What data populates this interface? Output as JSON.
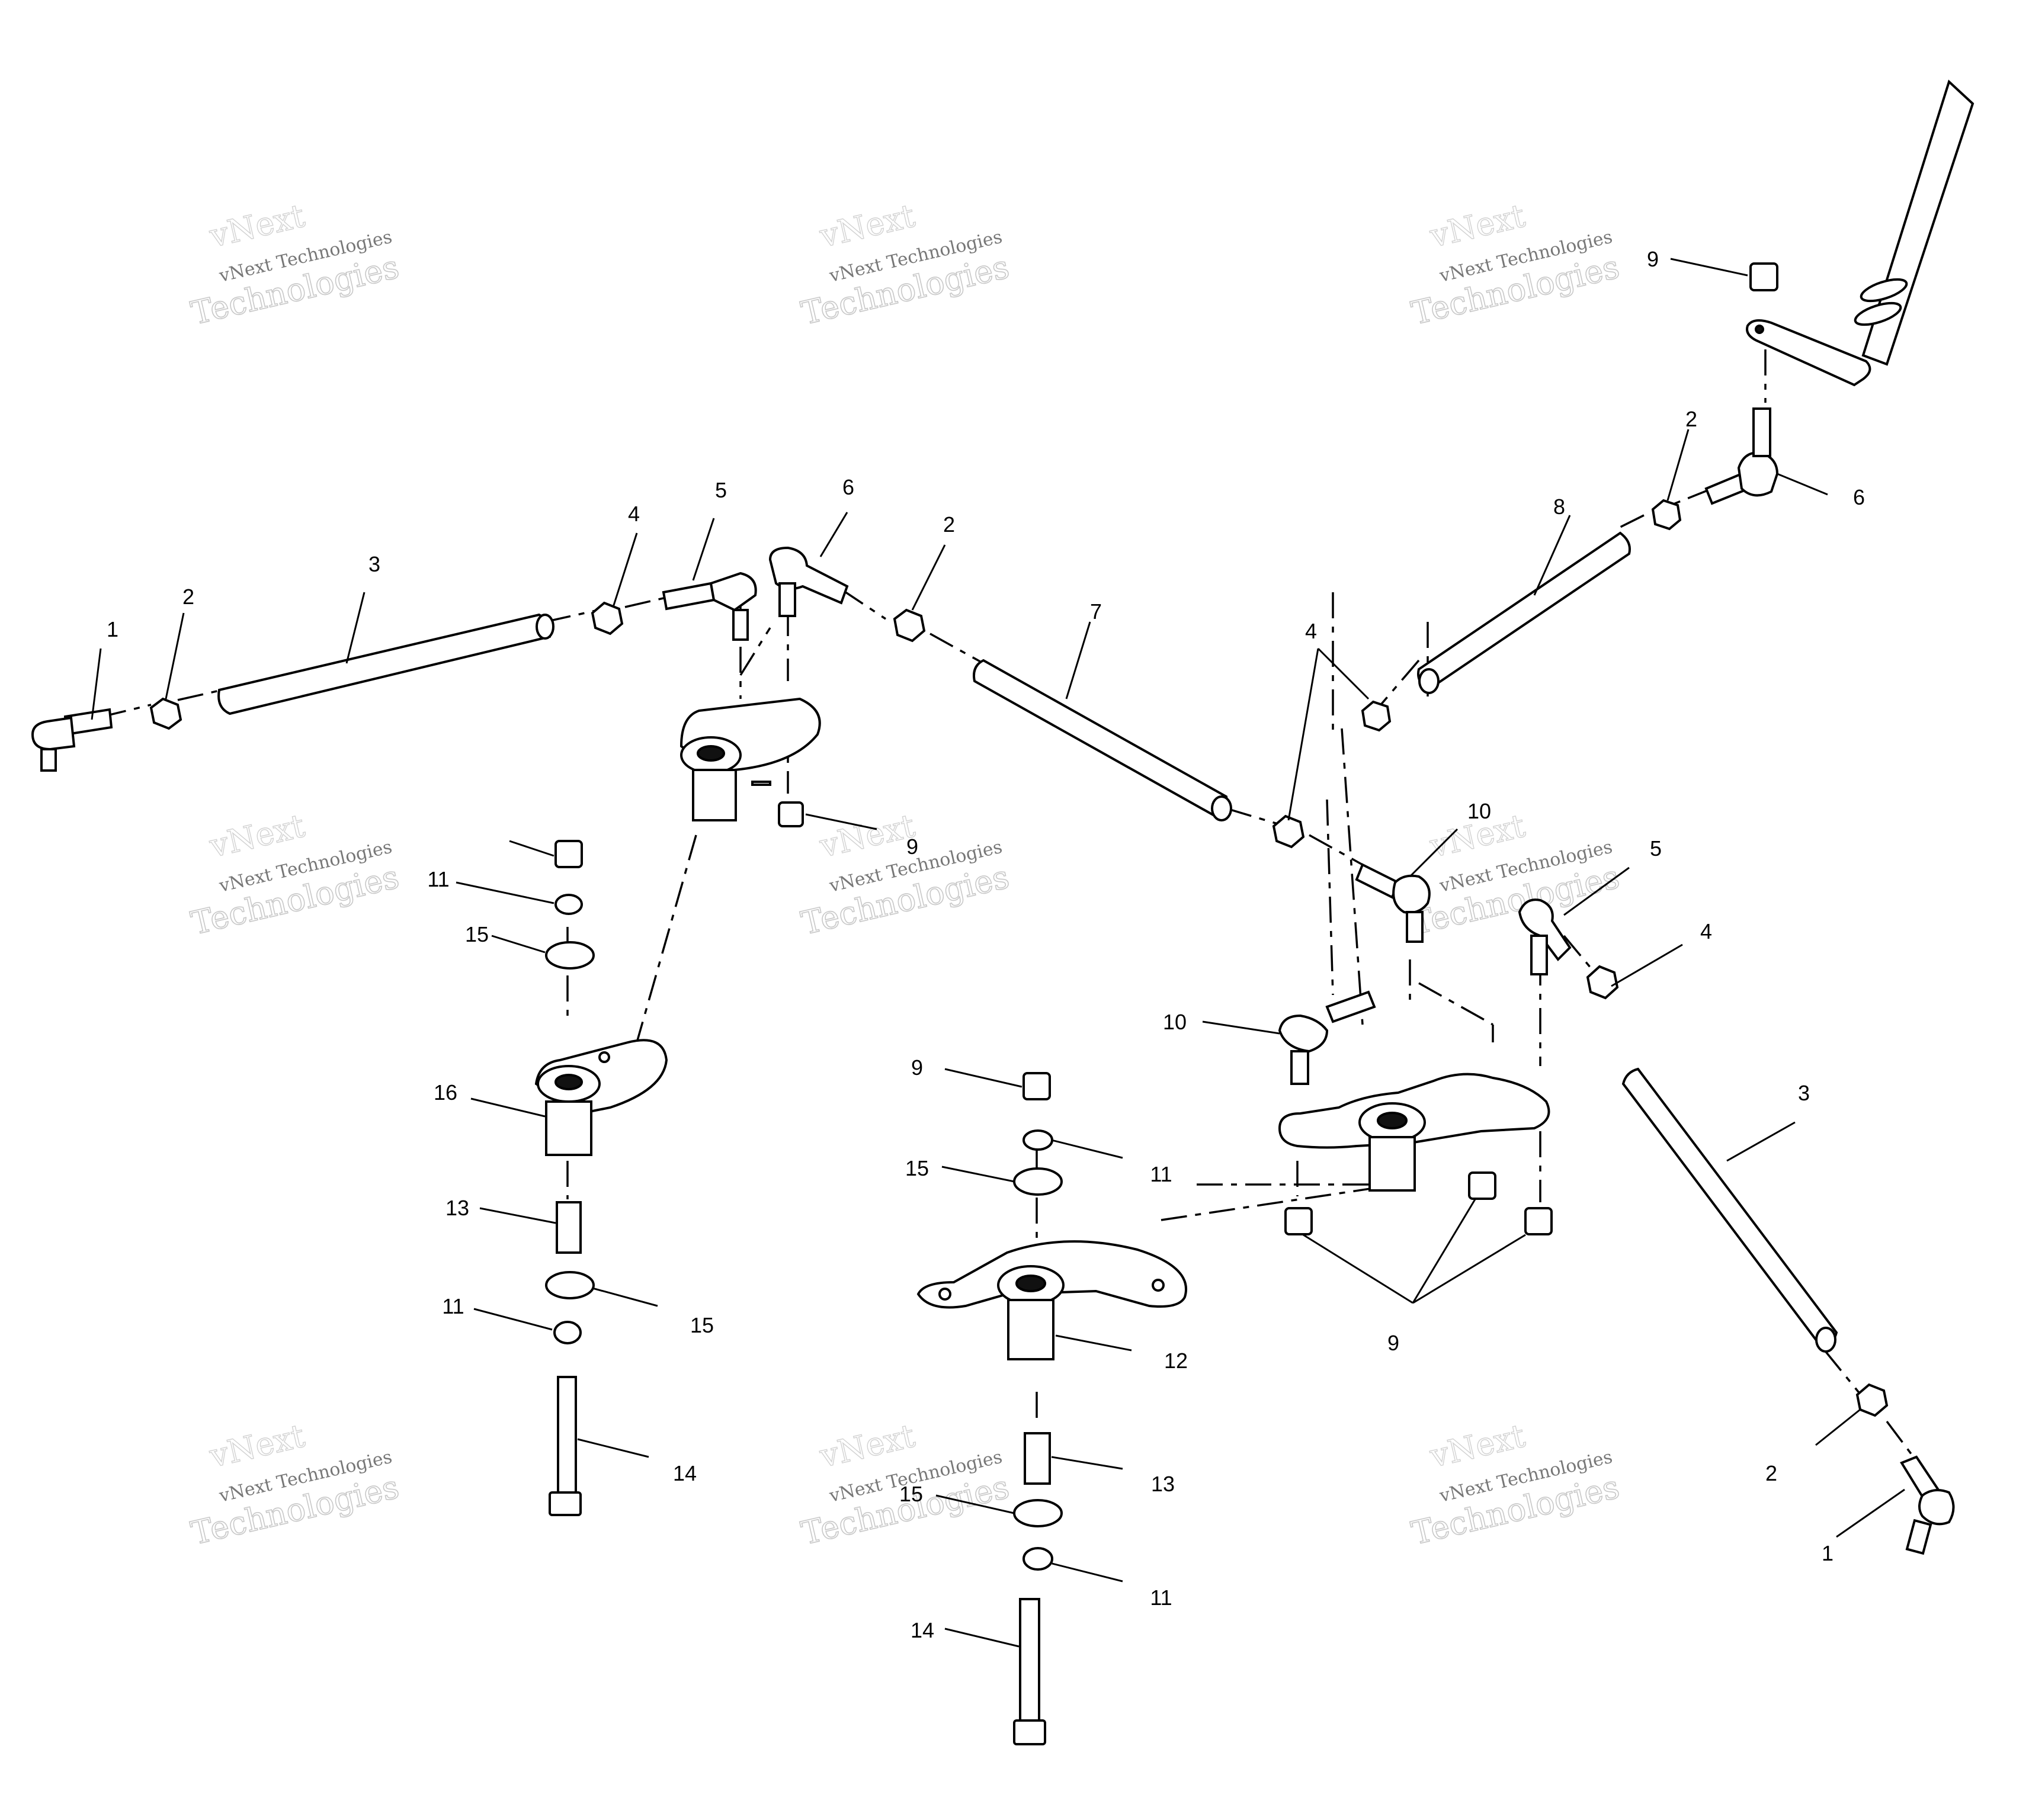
{
  "watermark": {
    "line1": "vNext",
    "line2": "vNext Technologies",
    "line3": "Technologies"
  },
  "callouts": [
    "1",
    "2",
    "3",
    "4",
    "5",
    "6",
    "2",
    "7",
    "4",
    "8",
    "2",
    "6",
    "9",
    "9",
    "11",
    "15",
    "16",
    "13",
    "11",
    "15",
    "14",
    "9",
    "15",
    "11",
    "12",
    "13",
    "15",
    "11",
    "14",
    "10",
    "10",
    "5",
    "4",
    "3",
    "9",
    "2",
    "1"
  ],
  "colors": {
    "line": "#000000",
    "watermark": "#c8c8c8"
  }
}
